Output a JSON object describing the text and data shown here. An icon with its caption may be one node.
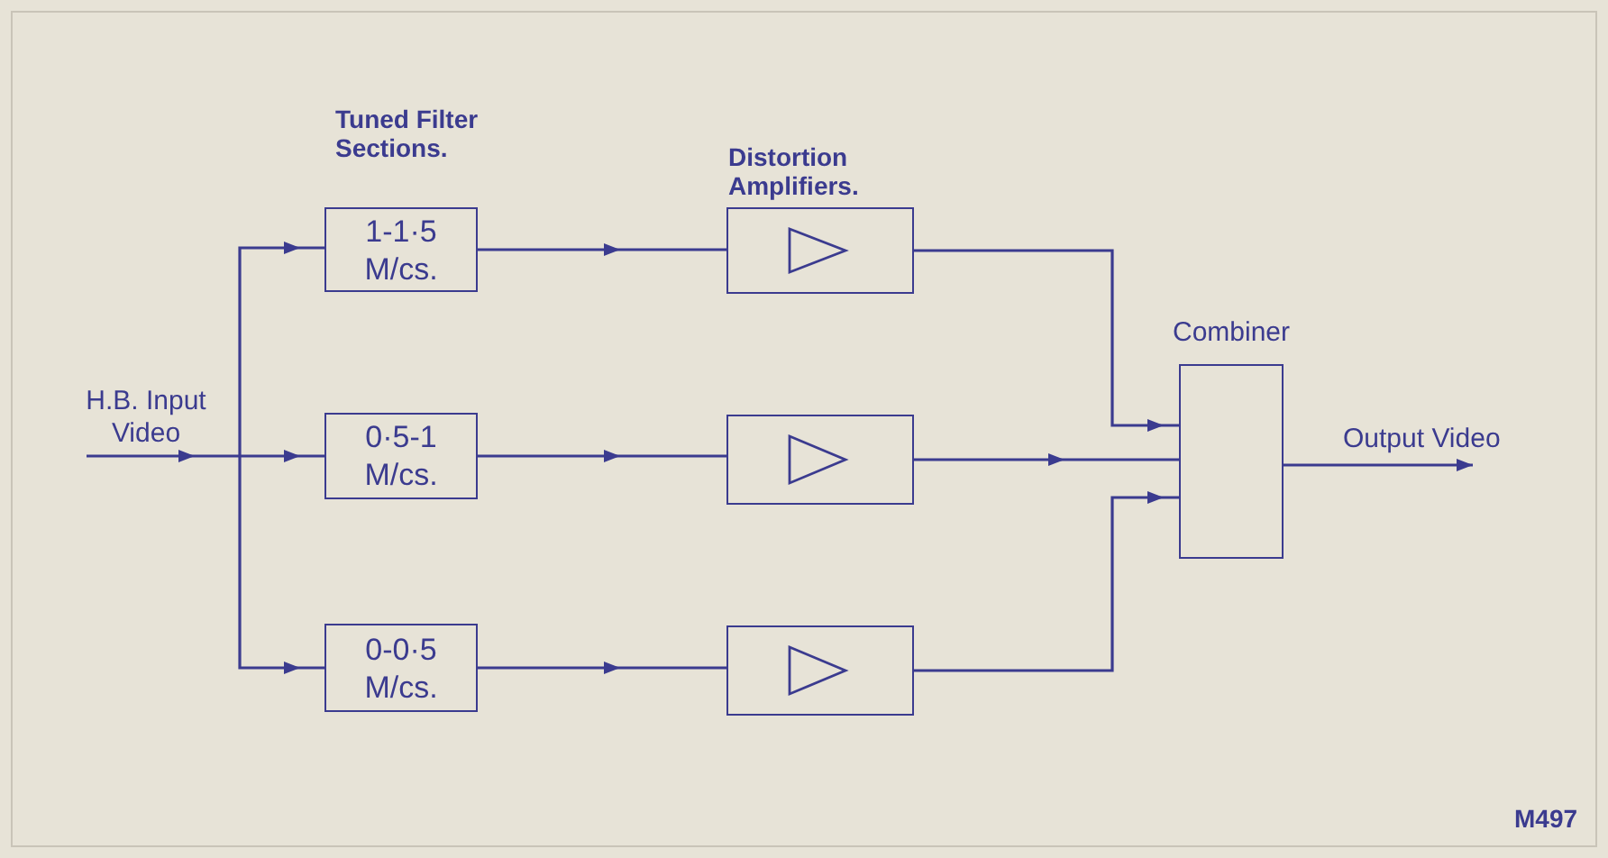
{
  "diagram": {
    "nodes": [
      {
        "text": [
          "H.B. Input Video"
        ]
      },
      {
        "text": [
          "1-1·5 M/cs."
        ]
      },
      {
        "text": [
          "0·5-1 M/cs."
        ]
      },
      {
        "text": [
          "0-0·5 M/cs."
        ]
      },
      {
        "text": [],
        "shape": "box"
      },
      {
        "text": [],
        "shape": "box"
      },
      {
        "text": [],
        "shape": "box"
      },
      {
        "text": [
          "Combiner"
        ]
      }
    ],
    "edges": [
      {
        "from": 0,
        "to": 1,
        "arrow": "to"
      },
      {
        "from": 0,
        "to": 2,
        "arrow": "to"
      },
      {
        "from": 0,
        "to": 3,
        "arrow": "to"
      },
      {
        "from": 1,
        "to": 4,
        "arrow": "to"
      },
      {
        "from": 2,
        "to": 5,
        "arrow": "to"
      },
      {
        "from": 3,
        "to": 6,
        "arrow": "to"
      },
      {
        "from": 4,
        "to": 7,
        "arrow": "to"
      },
      {
        "from": 5,
        "to": 7,
        "arrow": "to"
      },
      {
        "from": 6,
        "to": 7,
        "arrow": "to"
      },
      {
        "from": 7,
        "to": null,
        "arrow": "to",
        "label": "Output Video"
      }
    ],
    "labels": [
      "Tuned Filter Sections.",
      "Distortion Amplifiers.",
      "M497"
    ]
  }
}
